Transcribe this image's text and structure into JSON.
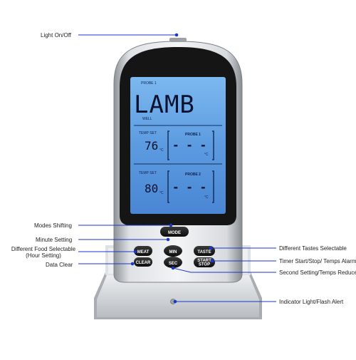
{
  "device": {
    "lcd": {
      "probe1_top": "PROBE 1",
      "food": "LAMB",
      "doneness": "WELL",
      "temp_set_1": "TEMP SET",
      "probe1_label": "PROBE 1",
      "set1_value": "76",
      "set1_unit": "°C",
      "probe1_reading": "- - -",
      "reading1_unit": "°C",
      "temp_set_2": "TEMP SET",
      "probe2_label": "PROBE 2",
      "set2_value": "80",
      "set2_unit": "°C",
      "probe2_reading": "- - -",
      "reading2_unit": "°C"
    },
    "buttons": {
      "mode": "MODE",
      "meat": "MEAT",
      "min": "MIN",
      "taste": "TASTE",
      "clear": "CLEAR",
      "sec": "SEC",
      "start_line1": "START",
      "start_line2": "STOP"
    }
  },
  "callouts": {
    "light": "Light On/Off",
    "modes": "Modes Shifting",
    "minute": "Minute Setting",
    "food_line1": "Different Food Selectable",
    "food_line2": "(Hour Setting)",
    "clear": "Data Clear",
    "tastes": "Different Tastes Selectable",
    "timer": "Timer Start/Stop/ Temps Alarm",
    "second": "Second Setting/Temps Reduce",
    "indicator": "Indicator Light/Flash Alert"
  },
  "colors": {
    "body_silver": "#c9cdd2",
    "frame_black": "#161616",
    "lcd_blue": "#5f9fe0",
    "button_black": "#1a1a1a",
    "callout_line": "#1a37c8",
    "indicator_blue": "#2a4fc0"
  }
}
